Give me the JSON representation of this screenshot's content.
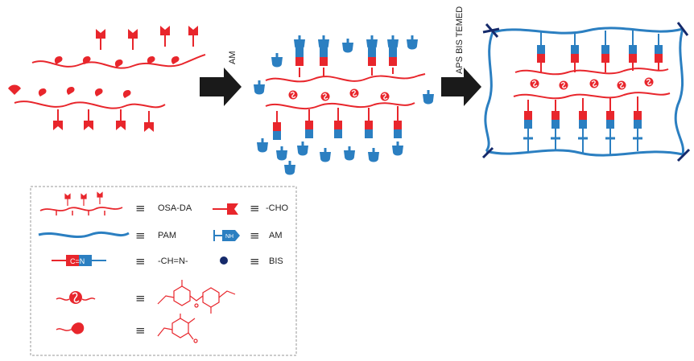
{
  "arrows": {
    "first_label": "AM",
    "second_label": "APS BIS TEMED"
  },
  "legend": {
    "equiv_symbol": "≡",
    "osa_da": "OSA-DA",
    "cho": "-CHO",
    "pam": "PAM",
    "am": "AM",
    "am_icon_text": "NH",
    "imine": "-CH=N-",
    "imine_icon_text": "C=N",
    "bis": "BIS"
  },
  "colors": {
    "red": "#e8262c",
    "blue": "#2b7fc1",
    "navy": "#152a6b",
    "arrow": "#1a1a1a",
    "border": "#9a9a9a"
  }
}
